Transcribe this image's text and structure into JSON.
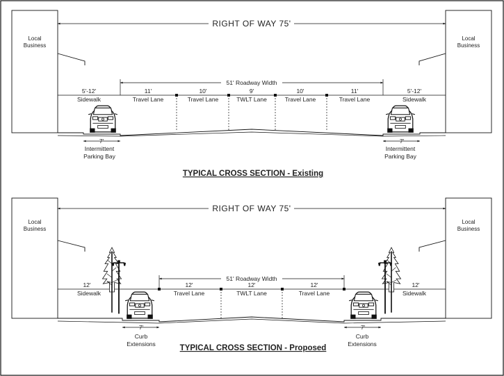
{
  "existing": {
    "right_of_way": "RIGHT OF WAY 75'",
    "roadway_width": "51' Roadway Width",
    "left_business": [
      "Local",
      "Business"
    ],
    "right_business": [
      "Local",
      "Business"
    ],
    "lanes": [
      {
        "dim": "5'-12'",
        "name": "Sidewalk"
      },
      {
        "dim": "11'",
        "name": "Travel Lane"
      },
      {
        "dim": "10'",
        "name": "Travel Lane"
      },
      {
        "dim": "9'",
        "name": "TWLT Lane"
      },
      {
        "dim": "10'",
        "name": "Travel Lane"
      },
      {
        "dim": "11'",
        "name": "Travel Lane"
      },
      {
        "dim": "5'-12'",
        "name": "Sidewalk"
      }
    ],
    "left_parking": {
      "dim": "7'",
      "line1": "Intermittent",
      "line2": "Parking Bay"
    },
    "right_parking": {
      "dim": "7'",
      "line1": "Intermittent",
      "line2": "Parking Bay"
    },
    "caption": "TYPICAL CROSS SECTION - Existing"
  },
  "proposed": {
    "right_of_way": "RIGHT OF WAY 75'",
    "roadway_width": "51' Roadway Width",
    "left_business": [
      "Local",
      "Business"
    ],
    "right_business": [
      "Local",
      "Business"
    ],
    "lanes": [
      {
        "dim": "12'",
        "name": "Sidewalk"
      },
      {
        "dim": "12'",
        "name": "Travel Lane"
      },
      {
        "dim": "12'",
        "name": "TWLT Lane"
      },
      {
        "dim": "12'",
        "name": "Travel Lane"
      },
      {
        "dim": "12'",
        "name": "Sidewalk"
      }
    ],
    "left_curb": {
      "dim": "7'",
      "line1": "Curb",
      "line2": "Extensions"
    },
    "right_curb": {
      "dim": "7'",
      "line1": "Curb",
      "line2": "Extensions"
    },
    "caption": "TYPICAL CROSS SECTION - Proposed"
  }
}
